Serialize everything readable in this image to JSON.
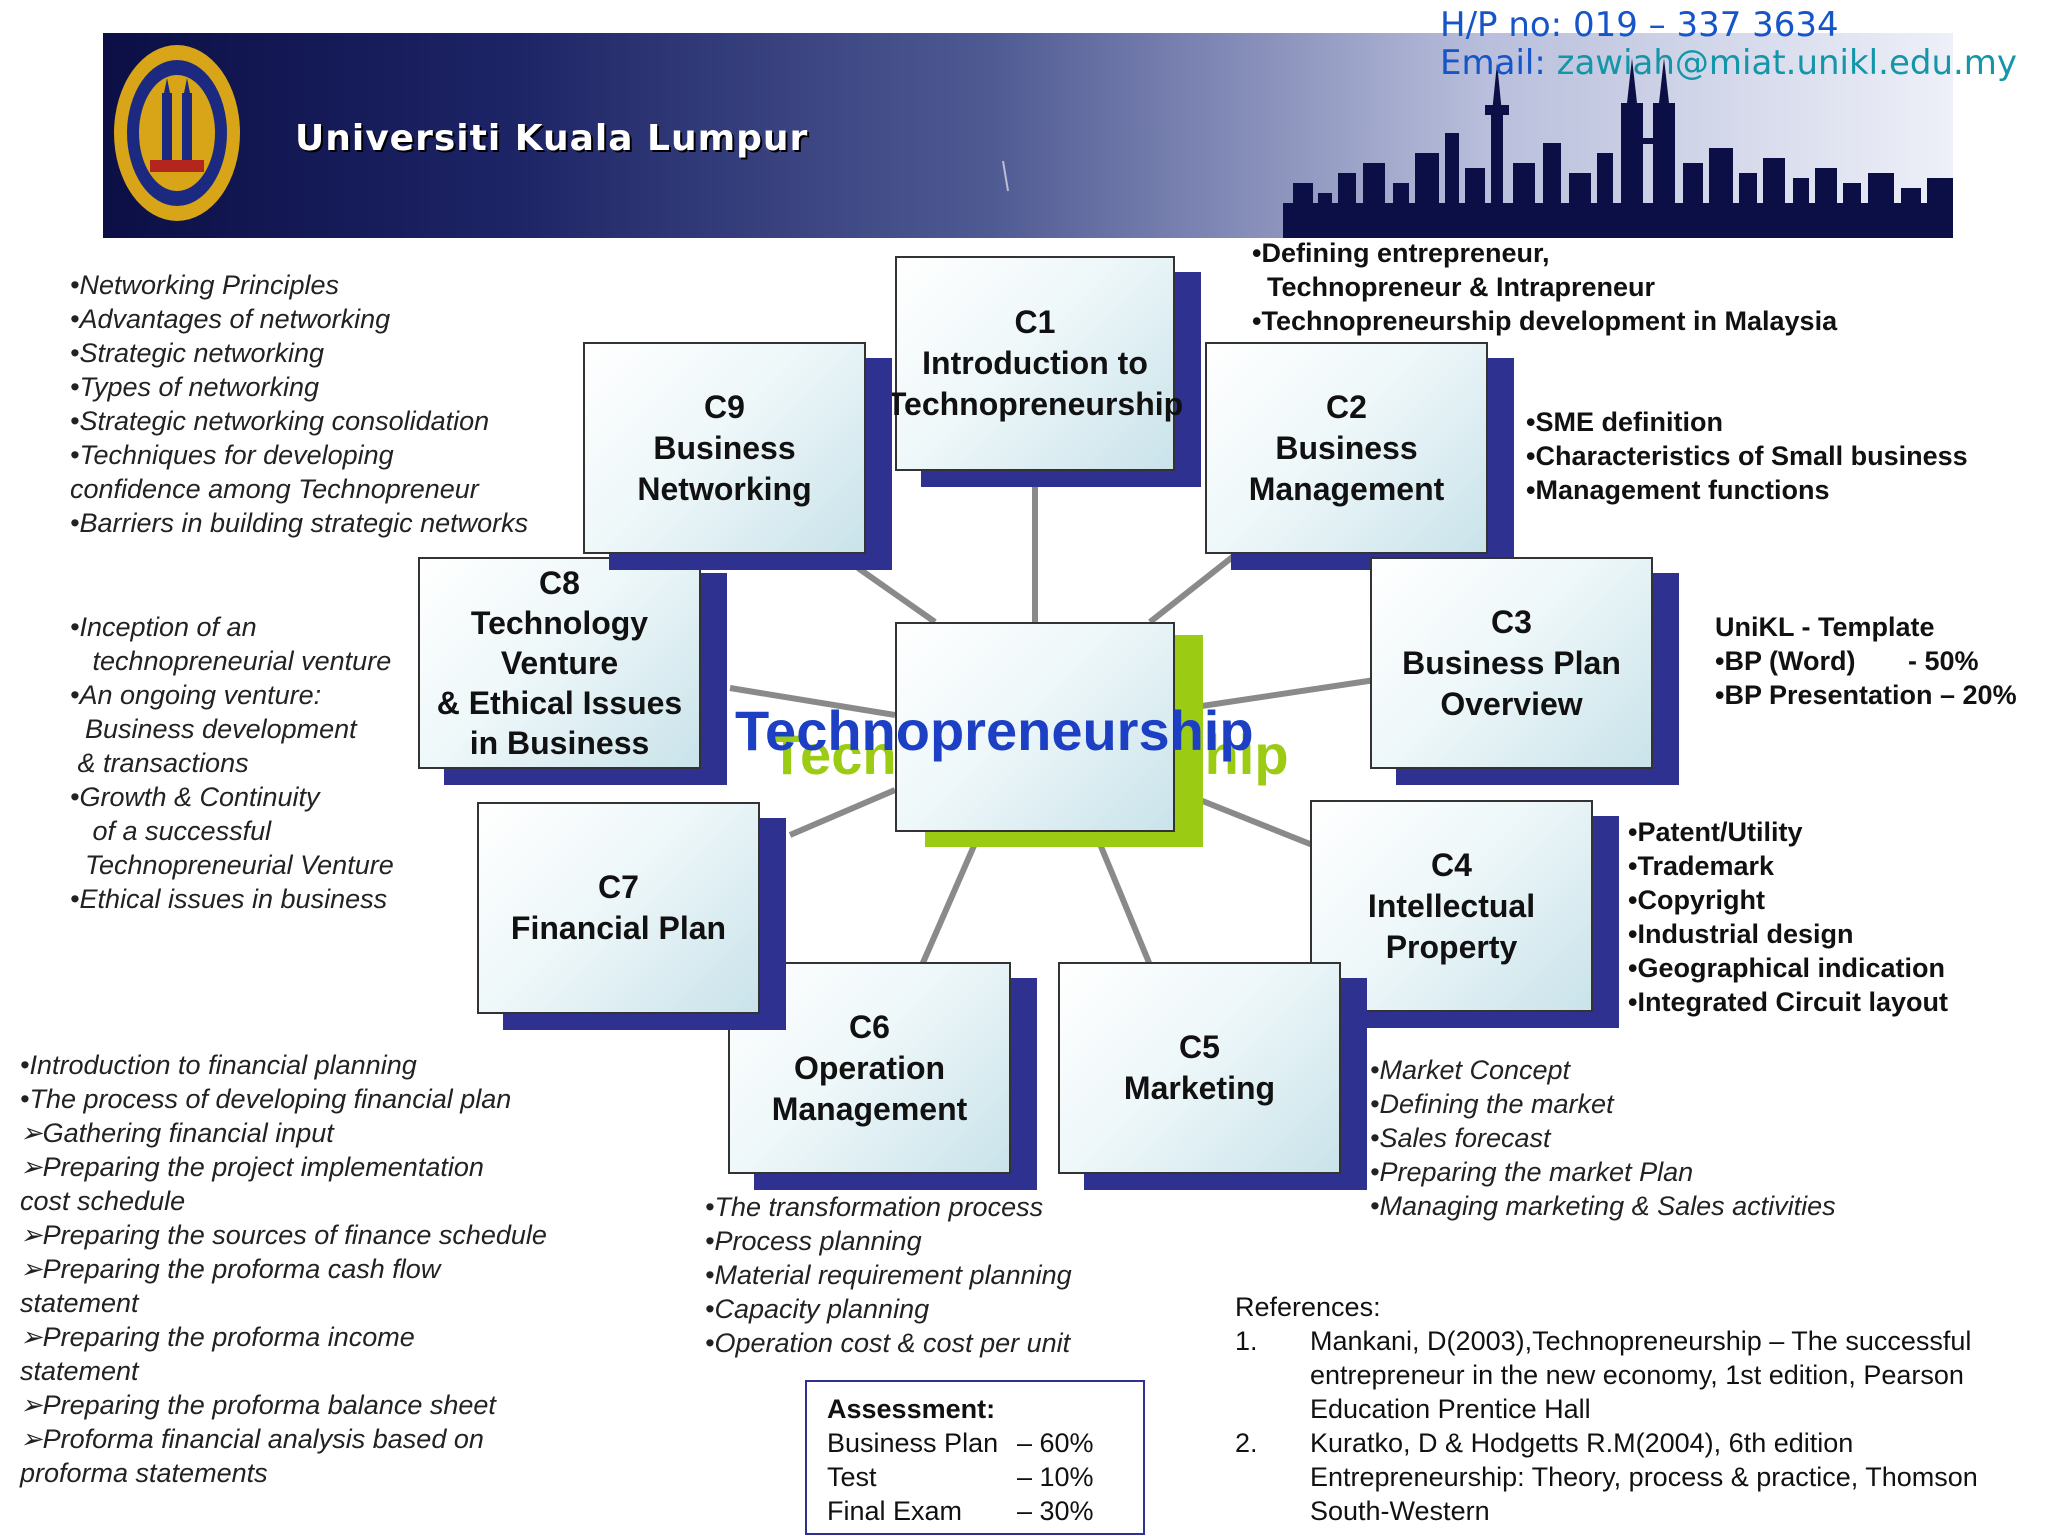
{
  "header": {
    "university": "Universiti Kuala Lumpur",
    "logo_icon": "university-crest-icon",
    "contact_phone": "H/P no: 019 – 337 3634",
    "contact_email_label": "Email: ",
    "contact_email": "zawiah@miat.unikl.edu.my"
  },
  "colors": {
    "node_shadow": "#2e318f",
    "center_title": "#1c3fc4",
    "center_accent": "#9ccb14"
  },
  "center": {
    "title": "Technopreneurship",
    "title_back": "Technopreneurship",
    "ghost_fragments": [
      "Tec",
      "rship"
    ]
  },
  "nodes": {
    "c1": {
      "code": "C1",
      "lines": [
        "Introduction to",
        "Technopreneurship"
      ]
    },
    "c2": {
      "code": "C2",
      "lines": [
        "Business",
        "Management"
      ]
    },
    "c3": {
      "code": "C3",
      "lines": [
        "Business Plan",
        "Overview"
      ]
    },
    "c4": {
      "code": "C4",
      "lines": [
        "Intellectual",
        "Property"
      ]
    },
    "c5": {
      "code": "C5",
      "lines": [
        "Marketing"
      ]
    },
    "c6": {
      "code": "C6",
      "lines": [
        "Operation",
        "Management"
      ]
    },
    "c7": {
      "code": "C7",
      "lines": [
        "Financial Plan"
      ]
    },
    "c8": {
      "code": "C8",
      "lines": [
        "Technology",
        "Venture",
        "& Ethical Issues",
        "in Business"
      ]
    },
    "c9": {
      "code": "C9",
      "lines": [
        "Business",
        "Networking"
      ]
    }
  },
  "topics": {
    "c1": [
      "•Defining entrepreneur,",
      "  Technopreneur & Intrapreneur",
      "•Technopreneurship development in Malaysia"
    ],
    "c2": [
      "•SME definition",
      "•Characteristics of Small business",
      "•Management functions"
    ],
    "c3": [
      "UniKL - Template",
      "•BP (Word)       - 50%",
      "•BP Presentation – 20%"
    ],
    "c4": [
      "•Patent/Utility",
      "•Trademark",
      "•Copyright",
      "•Industrial design",
      "•Geographical indication",
      "•Integrated Circuit layout"
    ],
    "c5": [
      "•Market Concept",
      "•Defining the market",
      "•Sales forecast",
      "•Preparing the market Plan",
      "•Managing marketing & Sales activities"
    ],
    "c6": [
      "•The transformation process",
      "•Process planning",
      "•Material requirement planning",
      "•Capacity planning",
      "•Operation cost & cost per unit"
    ],
    "c7": [
      "•Introduction to financial planning",
      "•The process of developing financial plan",
      "➢Gathering financial input",
      "➢Preparing the project implementation",
      "cost schedule",
      "➢Preparing the sources of finance schedule",
      "➢Preparing the proforma cash flow",
      "statement",
      "➢Preparing the proforma income",
      "statement",
      "➢Preparing the proforma balance sheet",
      "➢Proforma financial analysis based on",
      "proforma statements"
    ],
    "c8": [
      "•Inception of an",
      "   technopreneurial venture",
      "•An ongoing venture:",
      "  Business development",
      " & transactions",
      "•Growth & Continuity",
      "   of a successful",
      "  Technopreneurial Venture",
      "•Ethical issues in business"
    ],
    "c9": [
      "•Networking Principles",
      "•Advantages of networking",
      "•Strategic networking",
      "•Types of networking",
      "•Strategic networking consolidation",
      "•Techniques for developing",
      "confidence among Technopreneur",
      "•Barriers in building strategic networks"
    ]
  },
  "assessment": {
    "title": "Assessment:",
    "rows": [
      {
        "label": "Business Plan",
        "value": "– 60%"
      },
      {
        "label": "Test",
        "value": "– 10%"
      },
      {
        "label": "Final Exam",
        "value": "– 30%"
      }
    ]
  },
  "references": {
    "title": "References:",
    "items": [
      {
        "num": "1.",
        "text": "Mankani, D(2003),Technopreneurship – The successful entrepreneur in the new economy, 1st edition, Pearson Education Prentice Hall"
      },
      {
        "num": "2.",
        "text": "Kuratko, D & Hodgetts R.M(2004), 6th edition Entrepreneurship: Theory, process & practice, Thomson South-Western"
      }
    ]
  }
}
